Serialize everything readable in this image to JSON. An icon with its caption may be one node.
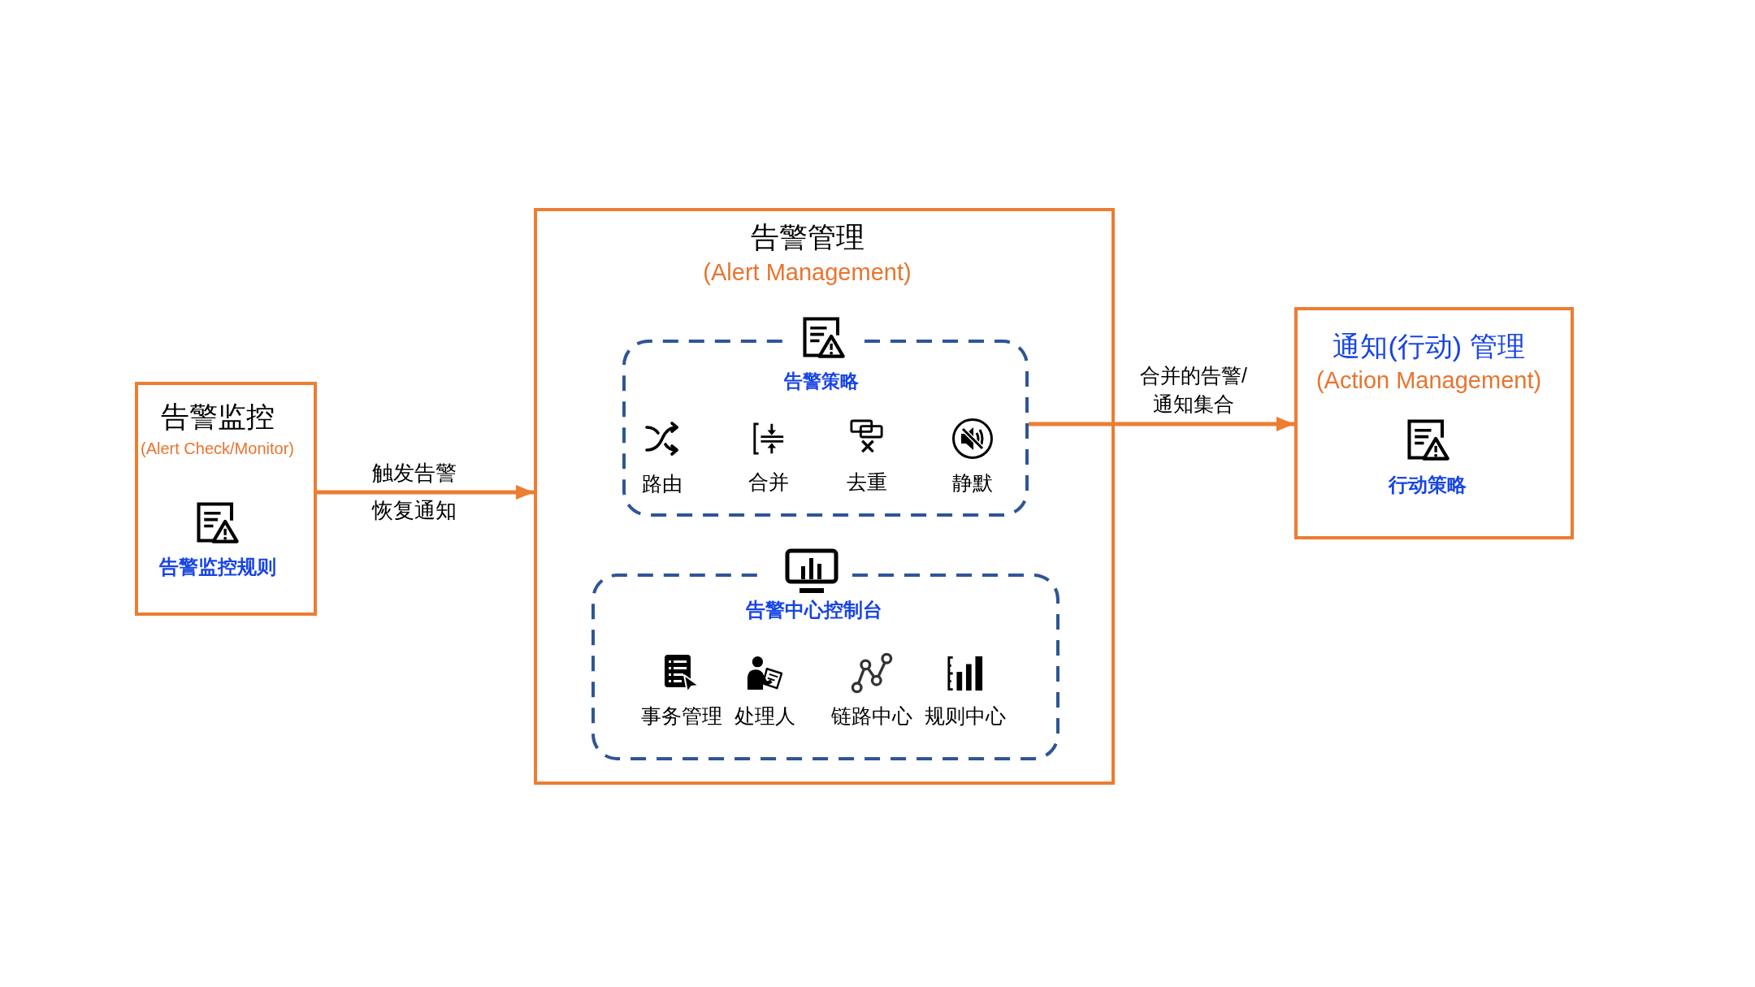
{
  "diagram": {
    "nodes": [
      {
        "text": [
          "告警监控",
          "(Alert Check/Monitor)",
          "告警监控规则"
        ]
      },
      {
        "text": [
          "告警管理",
          "(Alert Management)"
        ]
      },
      {
        "text": [
          "告警策略",
          "路由",
          "合并",
          "去重",
          "静默"
        ],
        "in": 1
      },
      {
        "text": [
          "告警中心控制台",
          "事务管理",
          "处理人",
          "链路中心",
          "规则中心"
        ],
        "in": 1
      },
      {
        "text": [
          "通知(行动) 管理",
          "(Action Management)",
          "行动策略"
        ]
      }
    ],
    "edges": [
      {
        "from": 0,
        "to": 1,
        "arrow": "to",
        "label": "触发告警"
      },
      {
        "from": 2,
        "to": 4,
        "arrow": "to",
        "label": "合并的告警/通知集合"
      }
    ],
    "labels": [
      "恢复通知"
    ]
  }
}
